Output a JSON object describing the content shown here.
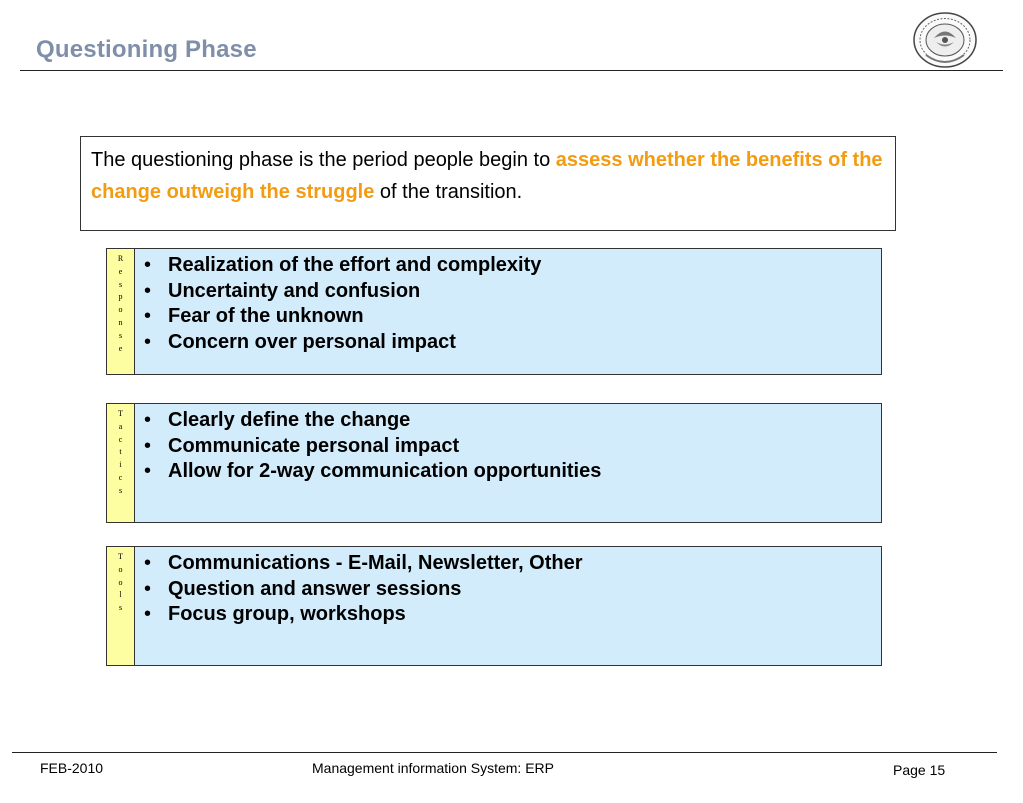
{
  "slide": {
    "title": "Questioning Phase"
  },
  "intro": {
    "text_before": "The questioning phase is the period people begin to ",
    "highlight": "assess whether the benefits of the change outweigh the struggle",
    "text_after": " of the transition.",
    "highlight_color": "#f39c12"
  },
  "sections": [
    {
      "side_label": [
        "R",
        "e",
        "s",
        "p",
        "o",
        "n",
        "s",
        "e"
      ],
      "items": [
        "Realization of the effort and complexity",
        "Uncertainty and confusion",
        "Fear of the unknown",
        "Concern over personal impact"
      ]
    },
    {
      "side_label": [
        "T",
        "a",
        "c",
        "t",
        "i",
        "c",
        "s"
      ],
      "items": [
        "Clearly define the change",
        "Communicate personal impact",
        "Allow for 2-way communication opportunities"
      ]
    },
    {
      "side_label": [
        "T",
        "o",
        "o",
        "l",
        "s"
      ],
      "items": [
        "Communications - E-Mail, Newsletter, Other",
        "Question and answer sessions",
        "Focus group, workshops"
      ]
    }
  ],
  "colors": {
    "title": "#7f8fa9",
    "section_fill": "#d3ecfc",
    "label_fill": "#fdfda2"
  },
  "footer": {
    "date": "FEB-2010",
    "course": "Management information System: ERP",
    "page": "Page 15"
  },
  "logo": {
    "icon": "university-seal-icon"
  }
}
